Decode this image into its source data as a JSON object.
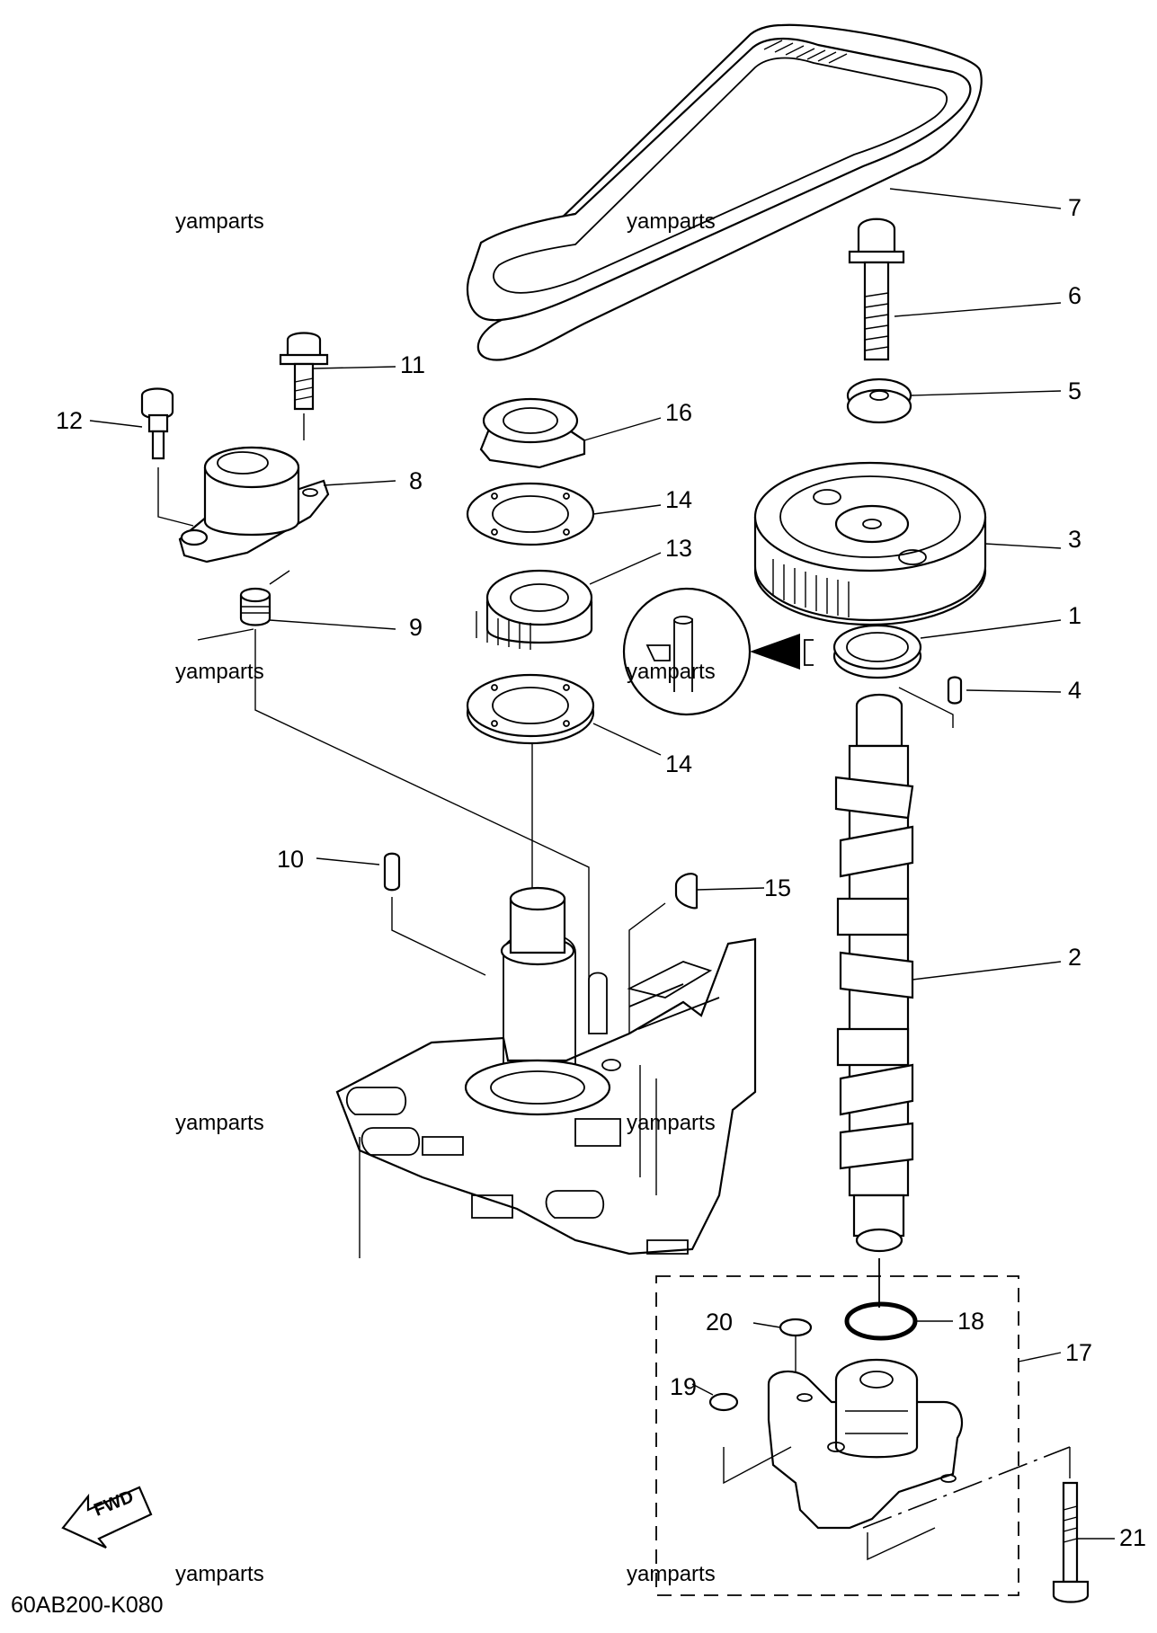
{
  "diagram": {
    "watermark": "yamparts",
    "drawing_code": "60AB200-K080",
    "fwd_label": "FWD",
    "callouts": [
      "1",
      "2",
      "3",
      "4",
      "5",
      "6",
      "7",
      "8",
      "9",
      "10",
      "11",
      "12",
      "13",
      "14",
      "14",
      "15",
      "16",
      "17",
      "18",
      "19",
      "20",
      "21"
    ]
  }
}
